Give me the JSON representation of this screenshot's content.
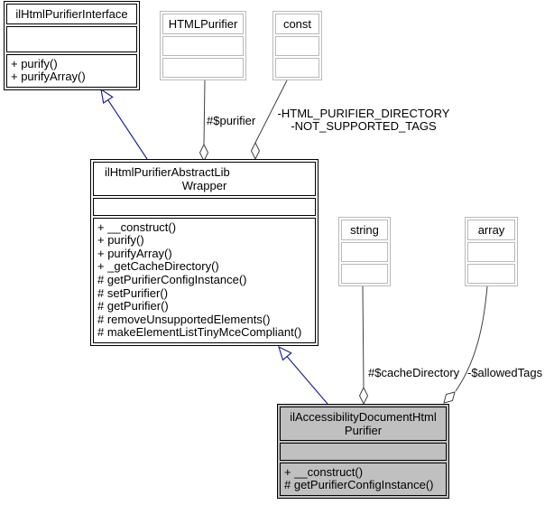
{
  "diagram_type": "uml-collaboration-graph",
  "colors": {
    "inheritance_edge": "#22229a",
    "aggregation_edge": "#404040",
    "documented_node_border": "#000000",
    "undocumented_node_border": "#b9b9b9",
    "current_node_fill": "#c0c0c0",
    "node_fill": "#ffffff"
  },
  "nodes": {
    "interface": {
      "title": "ilHtmlPurifierInterface",
      "methods": [
        "+ purify()",
        "+ purifyArray()"
      ]
    },
    "htmlpurifier": {
      "title": "HTMLPurifier"
    },
    "const": {
      "title": "const"
    },
    "wrapper": {
      "title_line1": "ilHtmlPurifierAbstractLib",
      "title_line2": "Wrapper",
      "methods": [
        "+ __construct()",
        "+ purify()",
        "+ purifyArray()",
        "+ _getCacheDirectory()",
        "# getPurifierConfigInstance()",
        "# setPurifier()",
        "# getPurifier()",
        "# removeUnsupportedElements()",
        "# makeElementListTinyMceCompliant()"
      ]
    },
    "string": {
      "title": "string"
    },
    "array": {
      "title": "array"
    },
    "purifier": {
      "title_line1": "ilAccessibilityDocumentHtml",
      "title_line2": "Purifier",
      "methods": [
        "+ __construct()",
        "# getPurifierConfigInstance()"
      ]
    }
  },
  "edge_labels": {
    "purifier_member": "#$purifier",
    "const_line1": "-HTML_PURIFIER_DIRECTORY",
    "const_line2": "-NOT_SUPPORTED_TAGS",
    "cache_directory": "#$cacheDirectory",
    "allowed_tags": "-$allowedTags"
  }
}
